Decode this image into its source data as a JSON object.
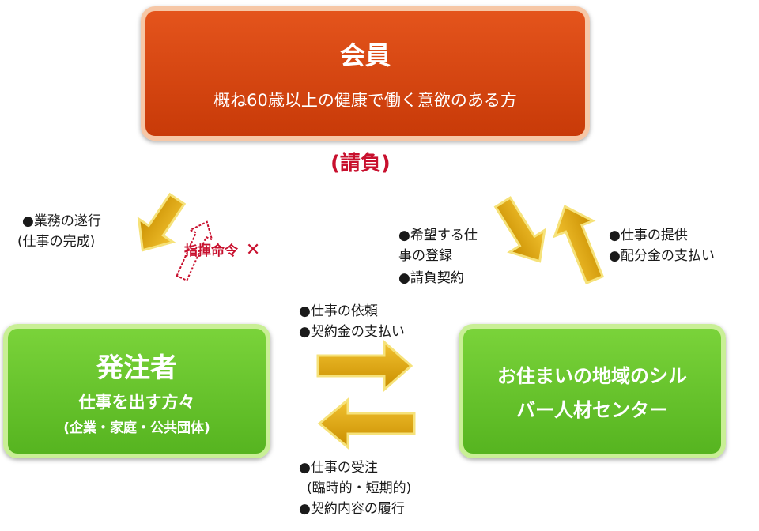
{
  "member": {
    "title": "会員",
    "subtitle": "概ね60歳以上の健康で働く意欲のある方"
  },
  "contract_label": "(請負)",
  "orderer": {
    "title": "発注者",
    "line1": "仕事を出す方々",
    "line2": "(企業・家庭・公共団体)"
  },
  "center": {
    "line1": "お住まいの地域のシル",
    "line2": "バー人材センター"
  },
  "member_to_orderer": [
    "●業務の遂行",
    "(仕事の完成)"
  ],
  "no_direction": {
    "label": "指揮命令",
    "mark": "✕"
  },
  "member_to_center": [
    "●希望する仕",
    "事の登録",
    "●請負契約"
  ],
  "center_to_member": [
    "●仕事の提供",
    "●配分金の支払い"
  ],
  "orderer_to_center": [
    "●仕事の依頼",
    "●契約金の支払い"
  ],
  "center_to_orderer": [
    "●仕事の受注",
    "(臨時的・短期的)",
    "●契約内容の履行"
  ],
  "colors": {
    "member": "#d94812",
    "partner": "#66c22a",
    "arrow": "#d9a406",
    "accent": "#c8102e"
  }
}
